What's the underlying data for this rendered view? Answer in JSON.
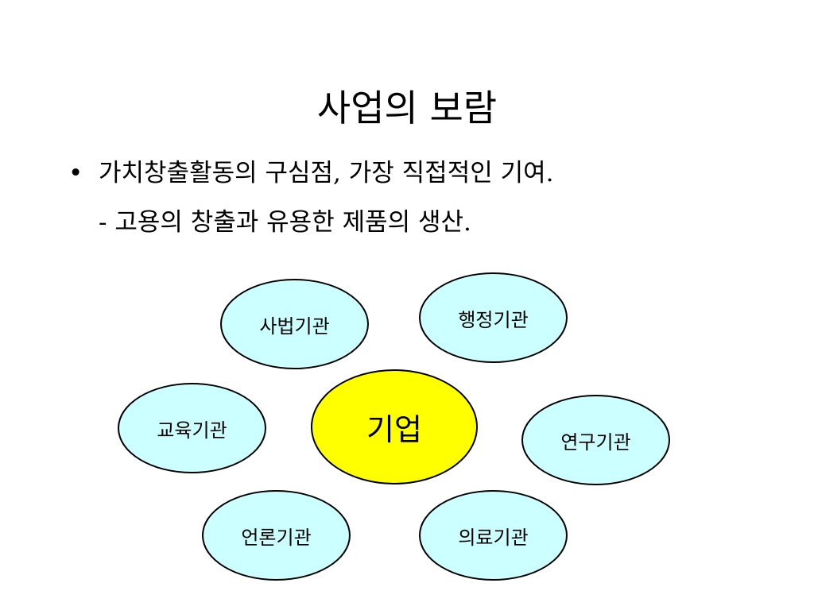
{
  "slide": {
    "title": "사업의 보람",
    "bullet": {
      "marker": "•",
      "text": "가치창출활동의 구심점, 가장 직접적인  기여.",
      "sub": "- 고용의 창출과 유용한 제품의 생산."
    }
  },
  "diagram": {
    "center": {
      "label": "기업"
    },
    "nodes": [
      {
        "id": "judicial",
        "label": "사법기관"
      },
      {
        "id": "administrative",
        "label": "행정기관"
      },
      {
        "id": "education",
        "label": "교육기관"
      },
      {
        "id": "research",
        "label": "연구기관"
      },
      {
        "id": "press",
        "label": "언론기관"
      },
      {
        "id": "medical",
        "label": "의료기관"
      }
    ]
  },
  "colors": {
    "center_fill": "#ffff00",
    "node_fill": "#ccffff",
    "outline": "#000000",
    "background": "#ffffff"
  }
}
